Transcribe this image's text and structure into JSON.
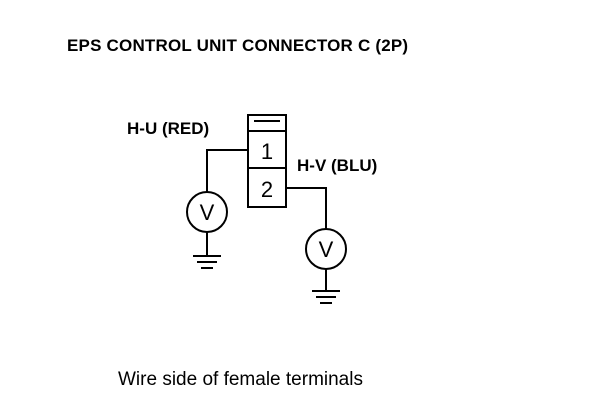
{
  "diagram": {
    "title": "EPS CONTROL UNIT CONNECTOR C (2P)",
    "caption": "Wire side of female terminals",
    "connector": {
      "terminals": [
        {
          "number": "1",
          "wire": "H-U (RED)"
        },
        {
          "number": "2",
          "wire": "H-V (BLU)"
        }
      ]
    },
    "meters": [
      {
        "symbol": "V"
      },
      {
        "symbol": "V"
      }
    ]
  }
}
